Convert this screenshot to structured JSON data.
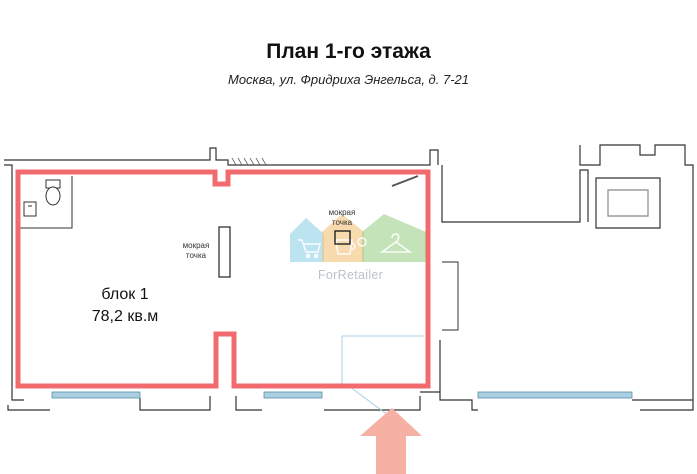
{
  "title": "План 1-го этажа",
  "subtitle": "Москва, ул. Фридриха Энгельса, д. 7-21",
  "block": {
    "name": "блок 1",
    "area": "78,2 кв.м"
  },
  "wet_points": [
    {
      "line1": "мокрая",
      "line2": "точка"
    },
    {
      "line1": "мокрая",
      "line2": "точка"
    }
  ],
  "watermark": {
    "text": "ForRetailer",
    "colors": [
      "#8fd0e6",
      "#f4c27a",
      "#9ed08a"
    ]
  },
  "colors": {
    "block_outline": "#f06a6e",
    "entrance_arrow": "#f6b1a4",
    "window": "#a9cfe0",
    "wall": "#333333"
  },
  "icons": [
    "cart-icon",
    "cup-icon",
    "hanger-icon",
    "entrance-arrow-icon",
    "toilet-icon",
    "sink-icon"
  ]
}
